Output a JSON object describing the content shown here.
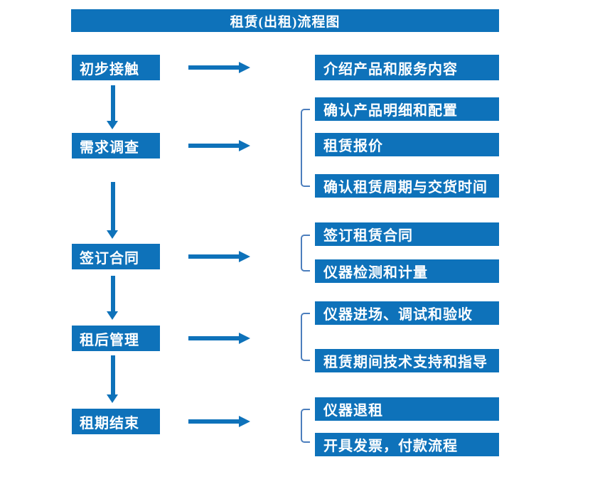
{
  "title": "租赁(出租)流程图",
  "colors": {
    "primary_blue": "#0E72BA",
    "bracket_blue": "#4C7EBD",
    "text_white": "#FFFFFF",
    "background": "#FFFFFF"
  },
  "stages": [
    {
      "label": "初步接触",
      "outputs": [
        "介绍产品和服务内容"
      ]
    },
    {
      "label": "需求调查",
      "outputs": [
        "确认产品明细和配置",
        "租赁报价",
        "确认租赁周期与交货时间"
      ]
    },
    {
      "label": "签订合同",
      "outputs": [
        "签订租赁合同",
        "仪器检测和计量"
      ]
    },
    {
      "label": "租后管理",
      "outputs": [
        "仪器进场、调试和验收",
        "租赁期间技术支持和指导"
      ]
    },
    {
      "label": "租期结束",
      "outputs": [
        "仪器退租",
        "开具发票，付款流程"
      ]
    }
  ]
}
